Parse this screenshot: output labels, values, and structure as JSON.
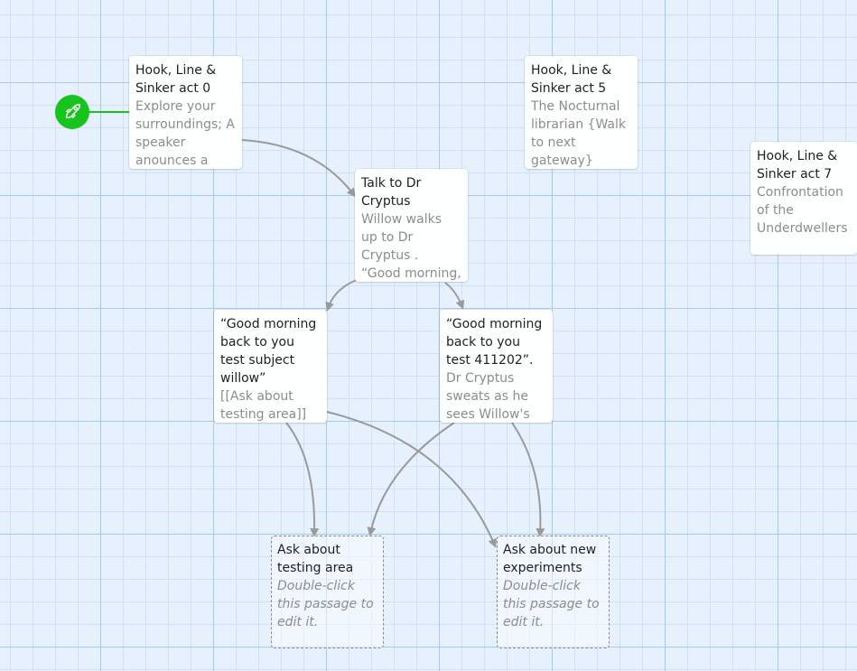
{
  "colors": {
    "start": "#16c41b",
    "link": "#9a9a9a"
  },
  "start_passage": "act0",
  "passages": [
    {
      "id": "act0",
      "title": "Hook, Line & Sinker act 0",
      "excerpt": "Explore your surroundings; A speaker anounces a",
      "placeholder": false
    },
    {
      "id": "act5",
      "title": "Hook, Line & Sinker act 5",
      "excerpt": "The Nocturnal librarian {Walk to next gateway}",
      "placeholder": false
    },
    {
      "id": "act7",
      "title": "Hook, Line & Sinker act 7",
      "excerpt": "Confrontation of the Underdwellers",
      "placeholder": false
    },
    {
      "id": "talk",
      "title": "Talk to Dr Cryptus",
      "excerpt": "Willow walks up to Dr Cryptus . “Good morning, Dr Cryptus!",
      "placeholder": false
    },
    {
      "id": "gm-willow",
      "title": "“Good morning back to you test subject willow”",
      "excerpt": "[[Ask about testing area]] [[Ask about new",
      "placeholder": false
    },
    {
      "id": "gm-411202",
      "title": "“Good morning back to you test 411202”.",
      "excerpt": "Dr Cryptus sweats as he sees Willow's",
      "placeholder": false
    },
    {
      "id": "ask-testing",
      "title": "Ask about testing area",
      "excerpt": "Double-click this passage to edit it.",
      "placeholder": true
    },
    {
      "id": "ask-new",
      "title": "Ask about new experiments",
      "excerpt": "Double-click this passage to edit it.",
      "placeholder": true
    }
  ],
  "links": [
    {
      "from": "act0",
      "to": "talk"
    },
    {
      "from": "talk",
      "to": "gm-willow"
    },
    {
      "from": "talk",
      "to": "gm-411202"
    },
    {
      "from": "gm-willow",
      "to": "ask-testing"
    },
    {
      "from": "gm-willow",
      "to": "ask-new"
    },
    {
      "from": "gm-411202",
      "to": "ask-testing"
    },
    {
      "from": "gm-411202",
      "to": "ask-new"
    }
  ]
}
